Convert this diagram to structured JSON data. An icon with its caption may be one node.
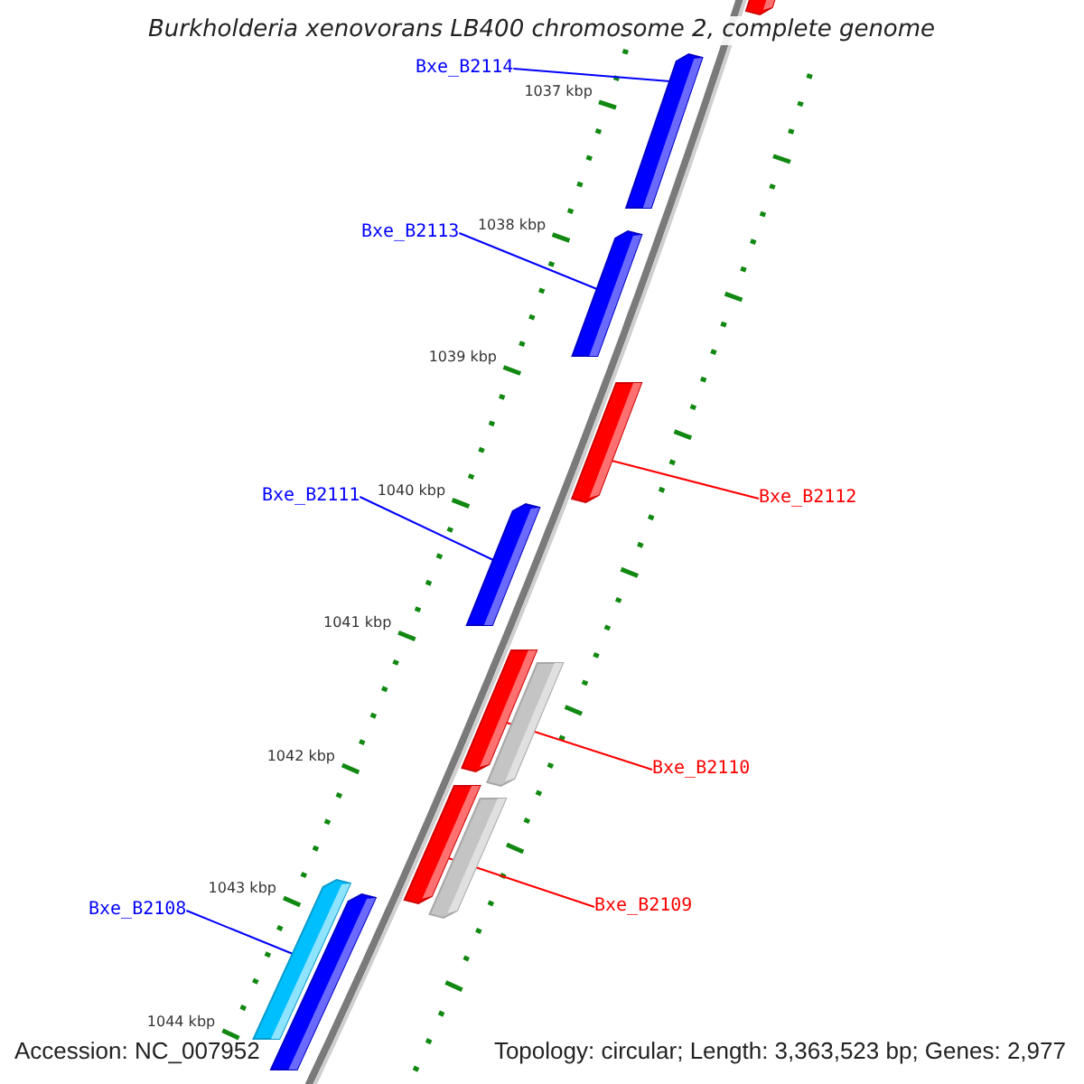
{
  "diagram": {
    "title": "Burkholderia xenovorans LB400 chromosome 2, complete genome",
    "nodes": [
      {
        "text": [
          "Bxe_B2114"
        ]
      },
      {
        "text": [],
        "shape": "bar"
      },
      {
        "text": [
          "Bxe_B2113"
        ]
      },
      {
        "text": [],
        "shape": "bar"
      },
      {
        "text": [
          "Bxe_B2112"
        ]
      },
      {
        "text": [],
        "shape": "bar"
      },
      {
        "text": [
          "Bxe_B2111"
        ]
      },
      {
        "text": [],
        "shape": "bar"
      },
      {
        "text": [
          "Bxe_B2110"
        ]
      },
      {
        "text": [],
        "shape": "bar"
      },
      {
        "text": [
          "Bxe_B2109"
        ]
      },
      {
        "text": [],
        "shape": "bar"
      },
      {
        "text": [
          "Bxe_B2108"
        ]
      },
      {
        "text": [],
        "shape": "bar"
      }
    ],
    "edges": [
      {
        "from": 0,
        "to": 1,
        "arrow": "none"
      },
      {
        "from": 2,
        "to": 3,
        "arrow": "none"
      },
      {
        "from": 4,
        "to": 5,
        "arrow": "none",
        "color": "#ff0000"
      },
      {
        "from": 6,
        "to": 7,
        "arrow": "none"
      },
      {
        "from": 8,
        "to": 9,
        "arrow": "none",
        "color": "#ff0000"
      },
      {
        "from": 10,
        "to": 11,
        "arrow": "none",
        "color": "#ff0000"
      },
      {
        "from": 12,
        "to": 13,
        "arrow": "none"
      }
    ],
    "labels": [
      "1037 kbp",
      "1038 kbp",
      "1039 kbp",
      "1040 kbp",
      "1041 kbp",
      "1042 kbp",
      "1043 kbp",
      "1044 kbp",
      "Accession: NC_007952",
      "Topology: circular; Length: 3,363,523 bp; Genes: 2,977"
    ]
  }
}
